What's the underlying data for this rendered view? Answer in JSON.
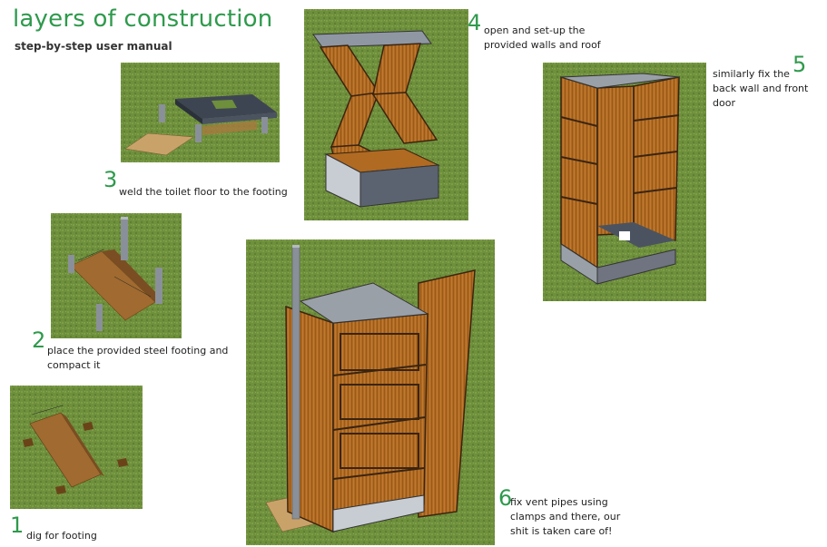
{
  "header": {
    "title": "layers of construction",
    "subtitle": "step-by-step user manual"
  },
  "steps": [
    {
      "number": "1",
      "caption": "dig for footing"
    },
    {
      "number": "2",
      "caption": "place the provided steel footing and\ncompact it"
    },
    {
      "number": "3",
      "caption": "weld the toilet floor to the footing"
    },
    {
      "number": "4",
      "caption": "open and set-up the\nprovided walls and roof"
    },
    {
      "number": "5",
      "caption": "similarly fix the\nback wall and front\ndoor"
    },
    {
      "number": "6",
      "caption": "fix vent pipes using\nclamps and there, our\nshit is taken care of!"
    }
  ],
  "colors": {
    "accent": "#2e9a4c",
    "grass": "#6e8f3c",
    "wood": "#b06a22",
    "steel": "#6f7480"
  }
}
